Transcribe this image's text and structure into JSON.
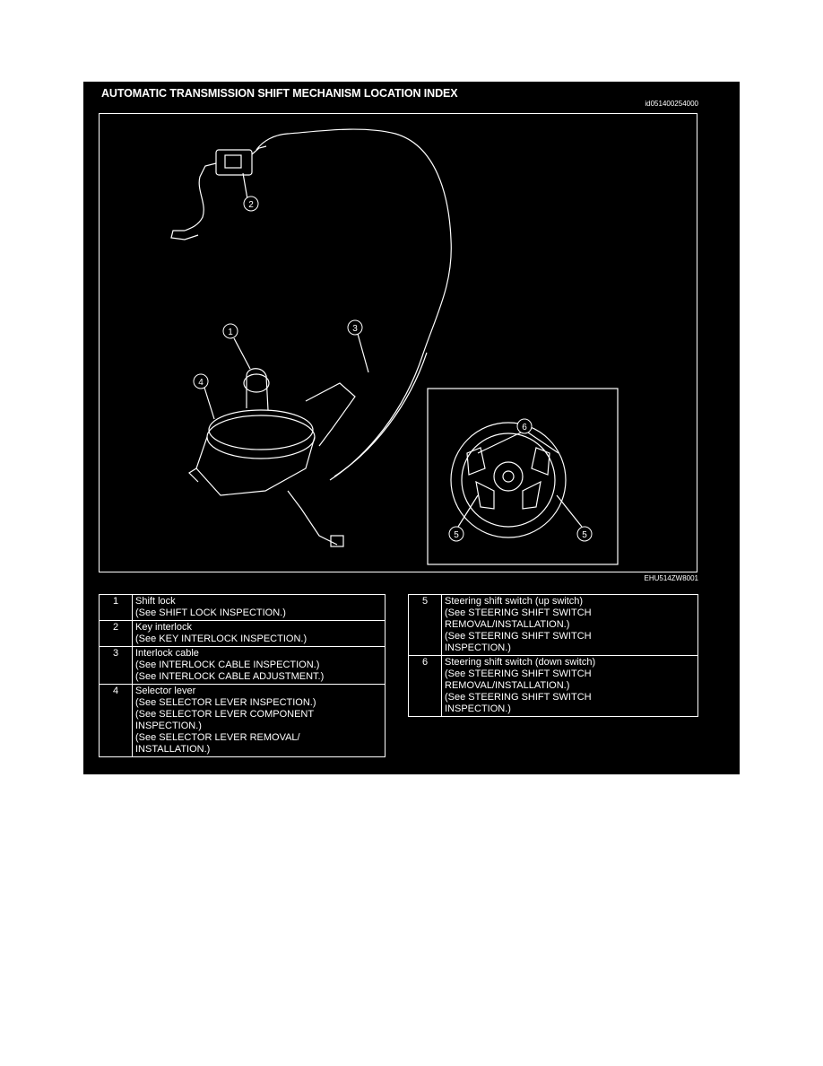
{
  "title": "AUTOMATIC TRANSMISSION SHIFT MECHANISM LOCATION INDEX",
  "doc_id": "id051400254000",
  "figure_code": "EHU514ZW8001",
  "callouts": [
    "1",
    "2",
    "3",
    "4",
    "5",
    "6"
  ],
  "left_table": [
    {
      "num": "1",
      "lines": [
        "Shift lock",
        "(See SHIFT LOCK INSPECTION.)"
      ]
    },
    {
      "num": "2",
      "lines": [
        "Key interlock",
        "(See KEY INTERLOCK INSPECTION.)"
      ]
    },
    {
      "num": "3",
      "lines": [
        "Interlock cable",
        "(See INTERLOCK CABLE INSPECTION.)",
        "(See INTERLOCK CABLE ADJUSTMENT.)"
      ]
    },
    {
      "num": "4",
      "lines": [
        "Selector lever",
        "(See SELECTOR LEVER INSPECTION.)",
        "(See SELECTOR LEVER COMPONENT",
        "INSPECTION.)",
        "(See SELECTOR LEVER REMOVAL/",
        "INSTALLATION.)"
      ]
    }
  ],
  "right_table": [
    {
      "num": "5",
      "lines": [
        "Steering shift switch (up switch)",
        "(See STEERING SHIFT SWITCH",
        "REMOVAL/INSTALLATION.)",
        "(See STEERING SHIFT SWITCH",
        "INSPECTION.)"
      ]
    },
    {
      "num": "6",
      "lines": [
        "Steering shift switch (down switch)",
        "(See STEERING SHIFT SWITCH",
        "REMOVAL/INSTALLATION.)",
        "(See STEERING SHIFT SWITCH",
        "INSPECTION.)"
      ]
    }
  ]
}
